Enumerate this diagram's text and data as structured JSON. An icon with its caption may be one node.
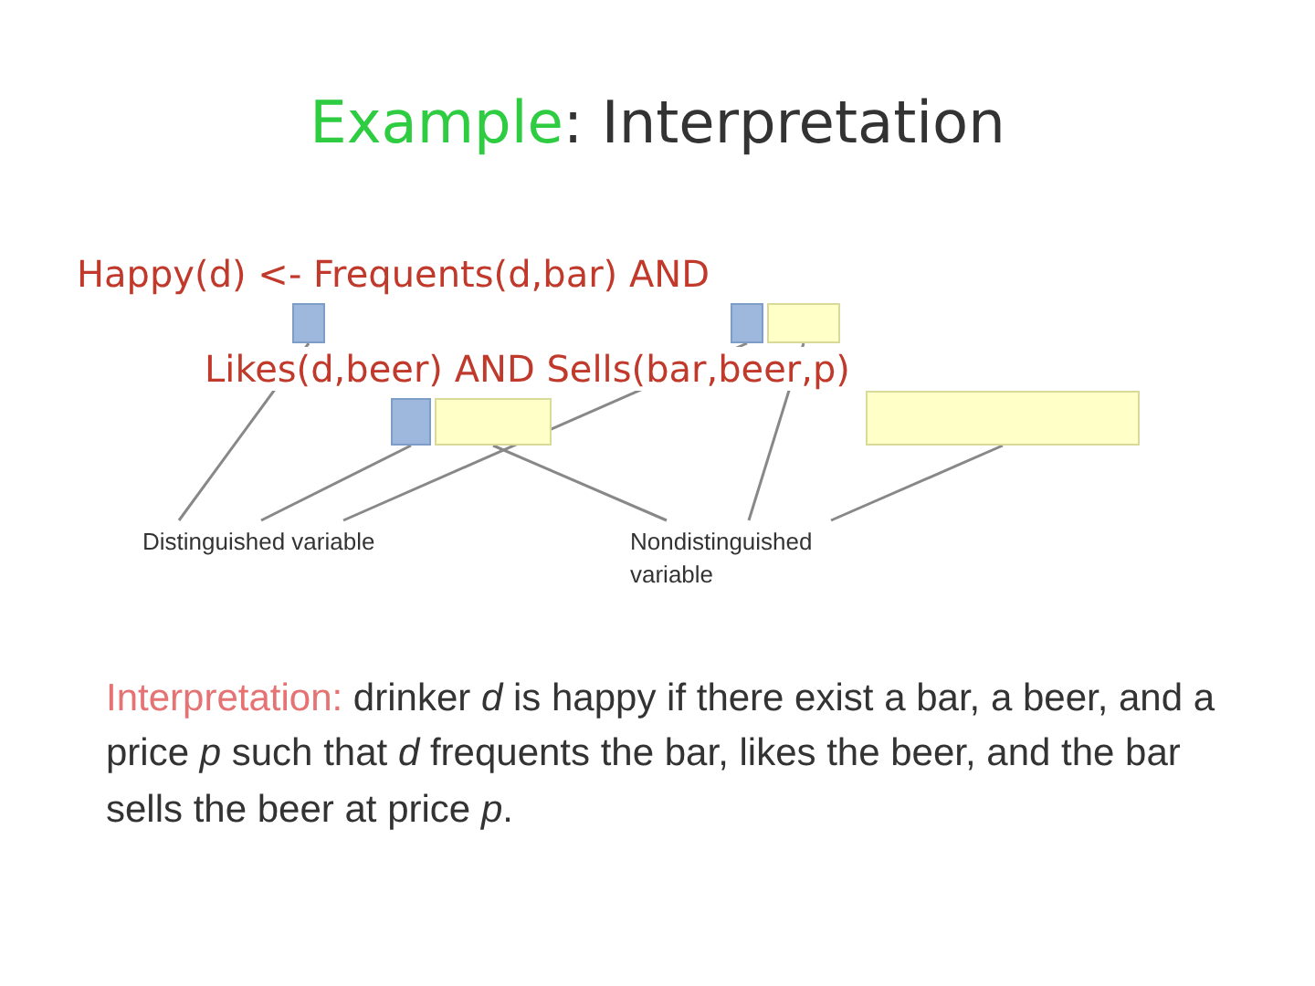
{
  "diagram": {
    "title": "Example: Interpretation",
    "nodes": [
      {
        "text": [
          "Distinguished variable"
        ]
      },
      {
        "text": [
          "Nondistinguished variable"
        ]
      },
      {
        "text": [],
        "shape": "box"
      },
      {
        "text": [],
        "shape": "box"
      },
      {
        "text": [],
        "shape": "box"
      },
      {
        "text": [],
        "shape": "box"
      },
      {
        "text": [],
        "shape": "box"
      },
      {
        "text": [],
        "shape": "box"
      }
    ],
    "edges": [
      {
        "from": 0,
        "to": 2,
        "arrow": "none"
      },
      {
        "from": 0,
        "to": 5,
        "arrow": "none"
      },
      {
        "from": 0,
        "to": 3,
        "arrow": "none"
      },
      {
        "from": 1,
        "to": 6,
        "arrow": "none"
      },
      {
        "from": 1,
        "to": 4,
        "arrow": "none"
      },
      {
        "from": 1,
        "to": 7,
        "arrow": "none"
      }
    ],
    "labels": [
      "Happy(d) <- Frequents(d,bar) AND",
      "Likes(d,beer) AND Sells(bar,beer,p)",
      "Interpretation:",
      "drinker *d* is happy if there exist a bar, a beer, and a price *p* such that *d* frequents the bar, likes the beer, and the bar sells the beer at price *p*."
    ]
  }
}
